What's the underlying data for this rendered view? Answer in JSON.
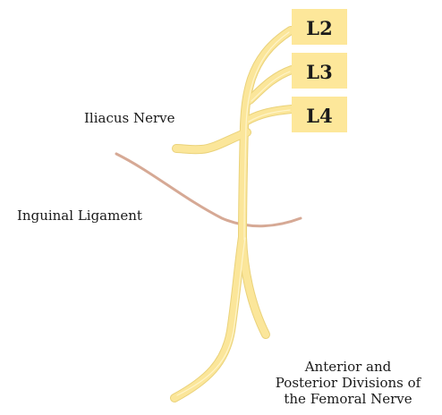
{
  "diagram": {
    "roots": [
      {
        "label": "L2"
      },
      {
        "label": "L3"
      },
      {
        "label": "L4"
      }
    ],
    "labels": {
      "iliacus": "Iliacus Nerve",
      "inguinal": "Inguinal Ligament",
      "divisions_lines": [
        "Anterior and",
        "Posterior Divisions of",
        "the Femoral Nerve"
      ]
    },
    "colors": {
      "nerve": "#fbe69a",
      "nerve_outline": "#ead27a",
      "ligament": "#d6a995",
      "root_box": "#fde79a"
    }
  }
}
